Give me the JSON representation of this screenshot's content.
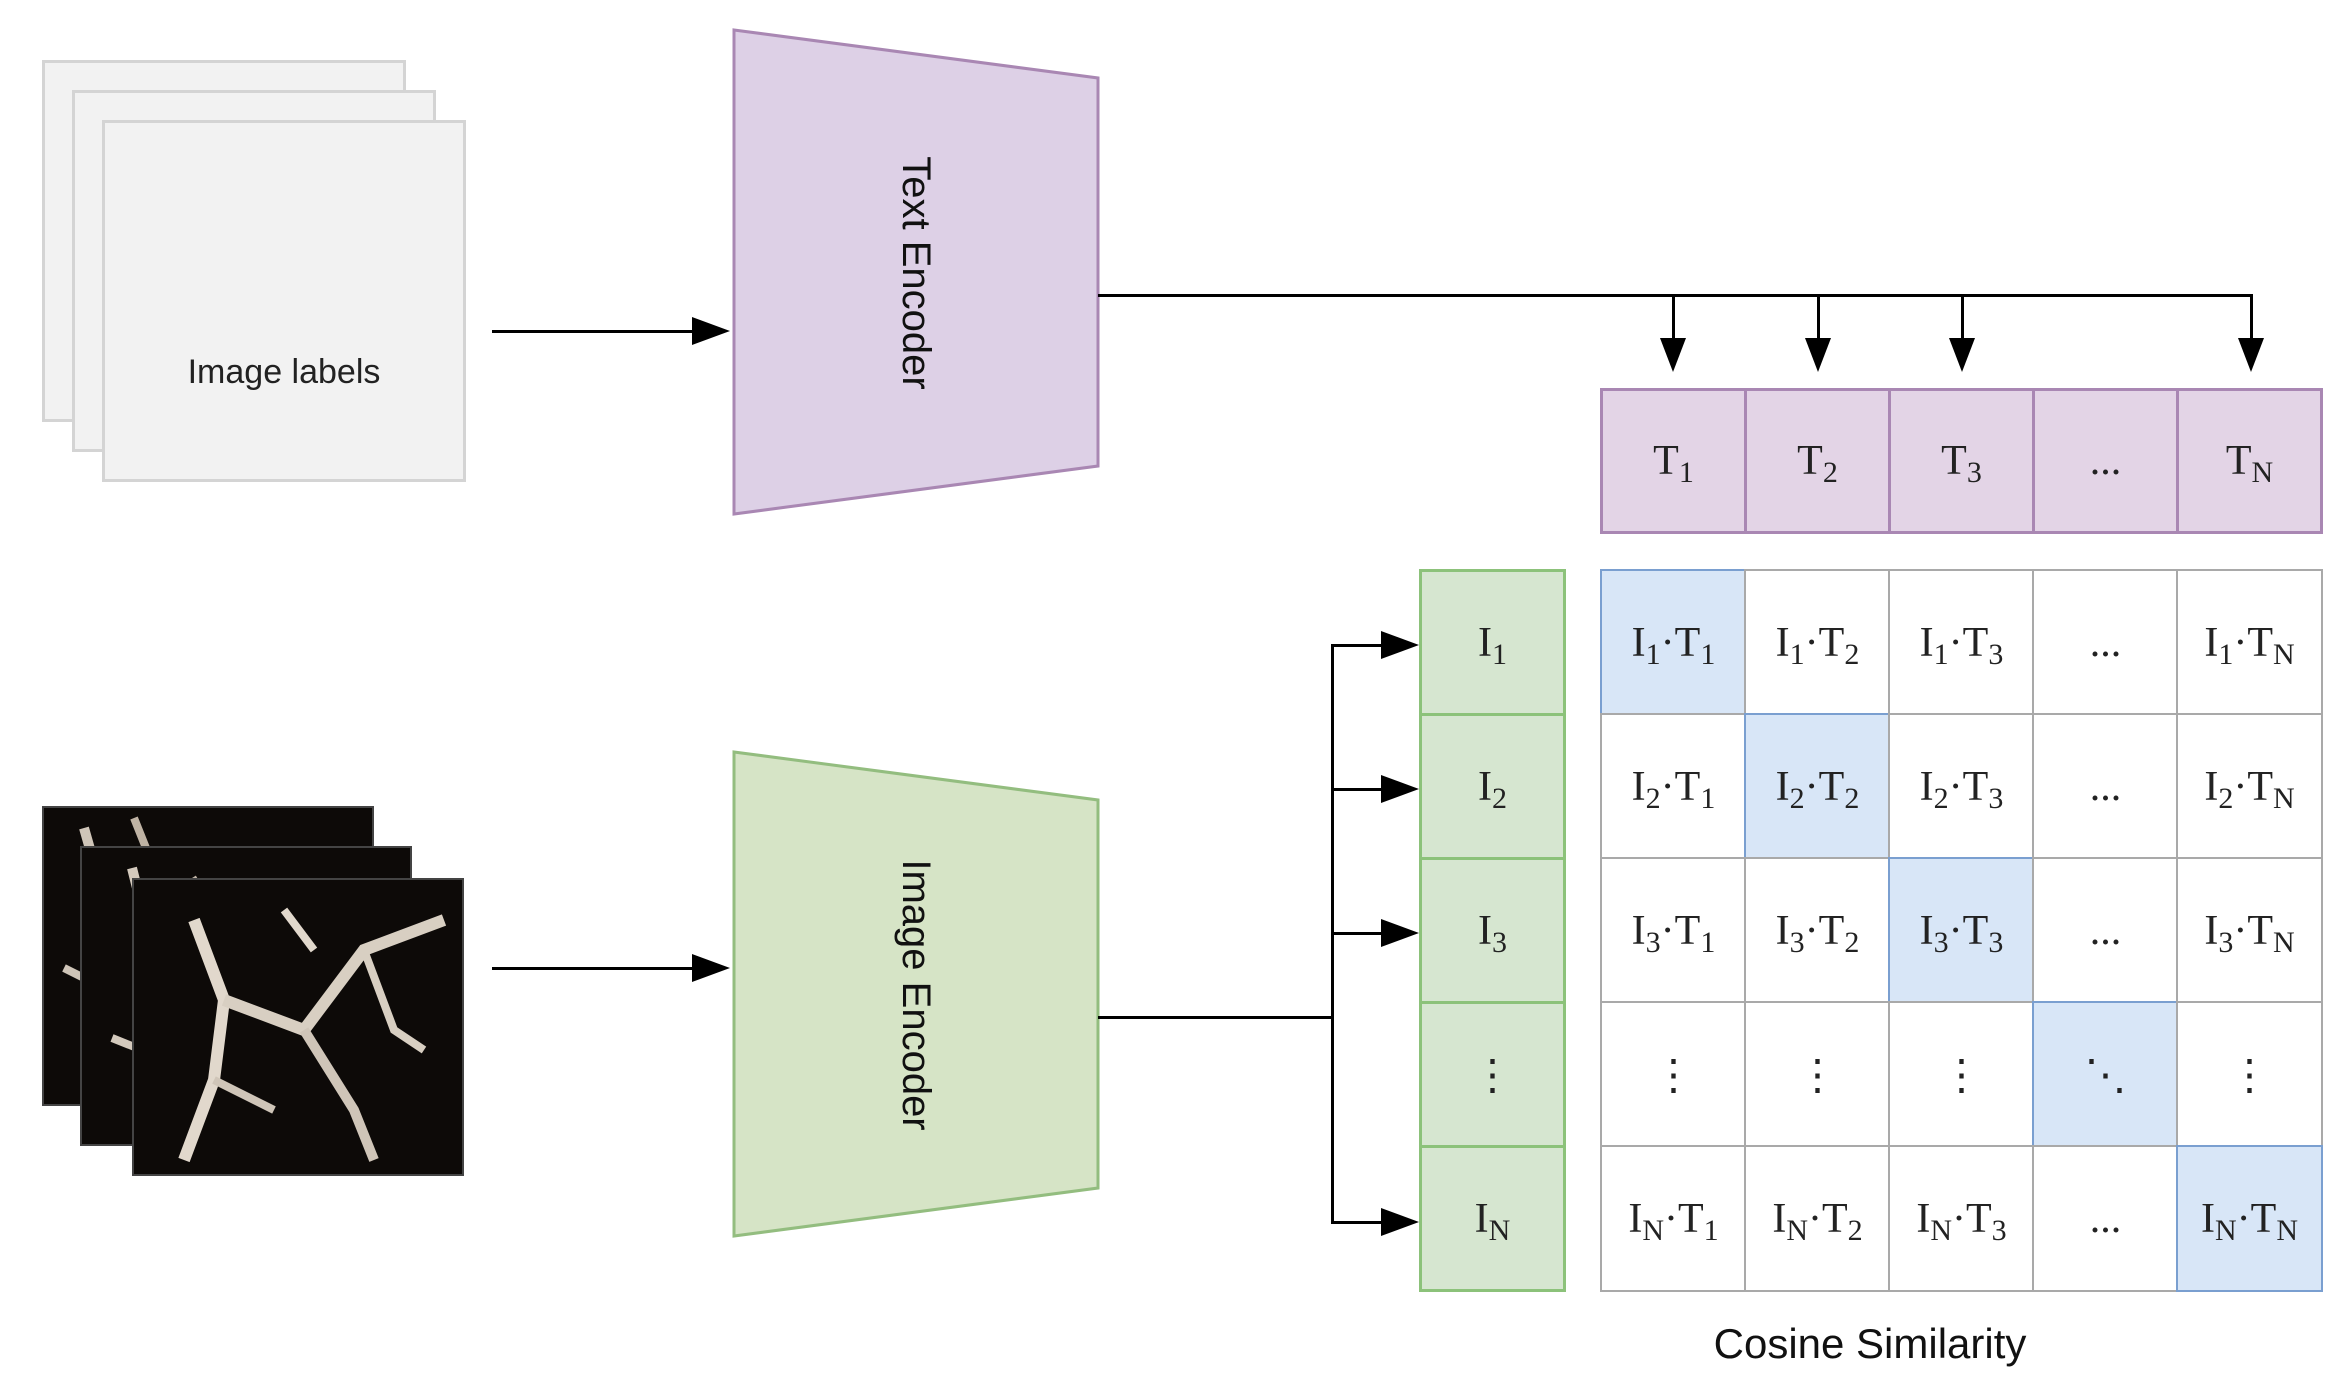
{
  "inputs": {
    "text_stack_label": "Image labels"
  },
  "encoders": {
    "text": "Text Encoder",
    "image": "Image Encoder"
  },
  "text_embeddings": [
    {
      "base": "T",
      "sub": "1"
    },
    {
      "base": "T",
      "sub": "2"
    },
    {
      "base": "T",
      "sub": "3"
    },
    {
      "base": "...",
      "sub": ""
    },
    {
      "base": "T",
      "sub": "N"
    }
  ],
  "image_embeddings": [
    {
      "base": "I",
      "sub": "1"
    },
    {
      "base": "I",
      "sub": "2"
    },
    {
      "base": "I",
      "sub": "3"
    },
    {
      "base": "⋮",
      "sub": ""
    },
    {
      "base": "I",
      "sub": "N"
    }
  ],
  "matrix": {
    "rows": [
      [
        [
          "I",
          "1",
          "·T",
          "1"
        ],
        [
          "I",
          "1",
          "·T",
          "2"
        ],
        [
          "I",
          "1",
          "·T",
          "3"
        ],
        [
          "...",
          "",
          "",
          ""
        ],
        [
          "I",
          "1",
          "·T",
          "N"
        ]
      ],
      [
        [
          "I",
          "2",
          "·T",
          "1"
        ],
        [
          "I",
          "2",
          "·T",
          "2"
        ],
        [
          "I",
          "2",
          "·T",
          "3"
        ],
        [
          "...",
          "",
          "",
          ""
        ],
        [
          "I",
          "2",
          "·T",
          "N"
        ]
      ],
      [
        [
          "I",
          "3",
          "·T",
          "1"
        ],
        [
          "I",
          "3",
          "·T",
          "2"
        ],
        [
          "I",
          "3",
          "·T",
          "3"
        ],
        [
          "...",
          "",
          "",
          ""
        ],
        [
          "I",
          "3",
          "·T",
          "N"
        ]
      ],
      [
        [
          "⋮",
          "",
          "",
          ""
        ],
        [
          "⋮",
          "",
          "",
          ""
        ],
        [
          "⋮",
          "",
          "",
          ""
        ],
        [
          "⋱",
          "",
          "",
          ""
        ],
        [
          "⋮",
          "",
          "",
          ""
        ]
      ],
      [
        [
          "I",
          "N",
          "·T",
          "1"
        ],
        [
          "I",
          "N",
          "·T",
          "2"
        ],
        [
          "I",
          "N",
          "·T",
          "3"
        ],
        [
          "...",
          "",
          "",
          ""
        ],
        [
          "I",
          "N",
          "·T",
          "N"
        ]
      ]
    ],
    "diagonal_highlight": [
      0,
      1,
      2,
      3,
      4
    ]
  },
  "caption": "Cosine Similarity",
  "colors": {
    "text_encoder_fill": "#ddd0e6",
    "text_encoder_stroke": "#a987b3",
    "image_encoder_fill": "#d6e4c6",
    "image_encoder_stroke": "#93bd7f",
    "diagonal_fill": "#d8e6f7"
  }
}
